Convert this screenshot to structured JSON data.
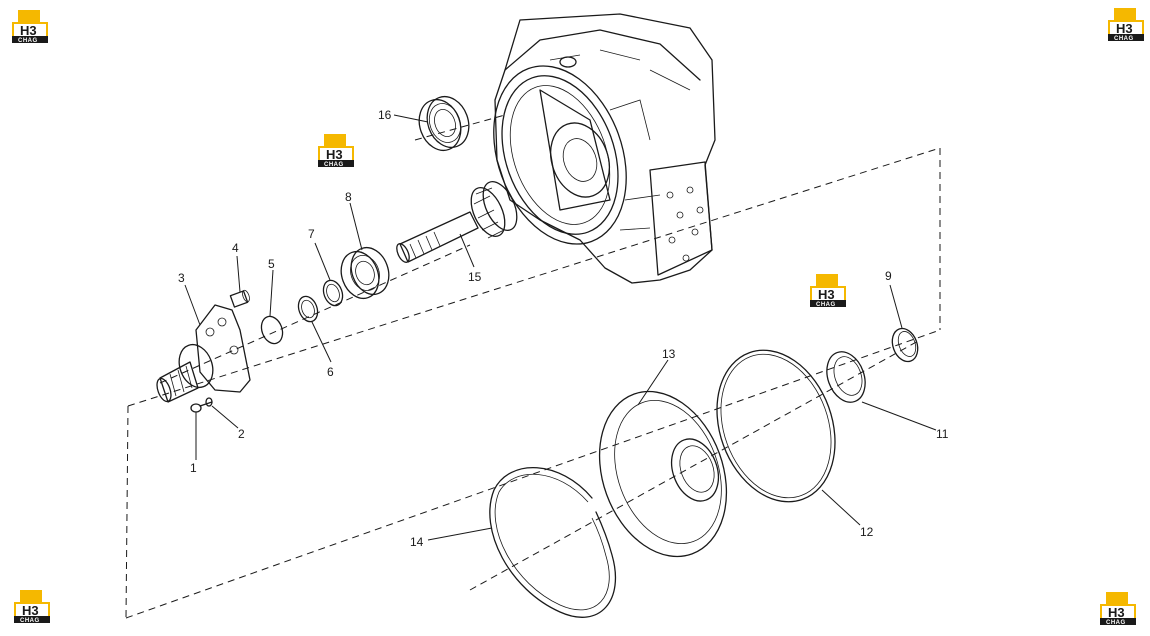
{
  "watermark": {
    "letters": "H3",
    "sub": "CHAG",
    "color": "#f5b800"
  },
  "callouts": [
    "1",
    "2",
    "3",
    "4",
    "5",
    "6",
    "7",
    "8",
    "9",
    "11",
    "12",
    "13",
    "14",
    "15",
    "16"
  ]
}
